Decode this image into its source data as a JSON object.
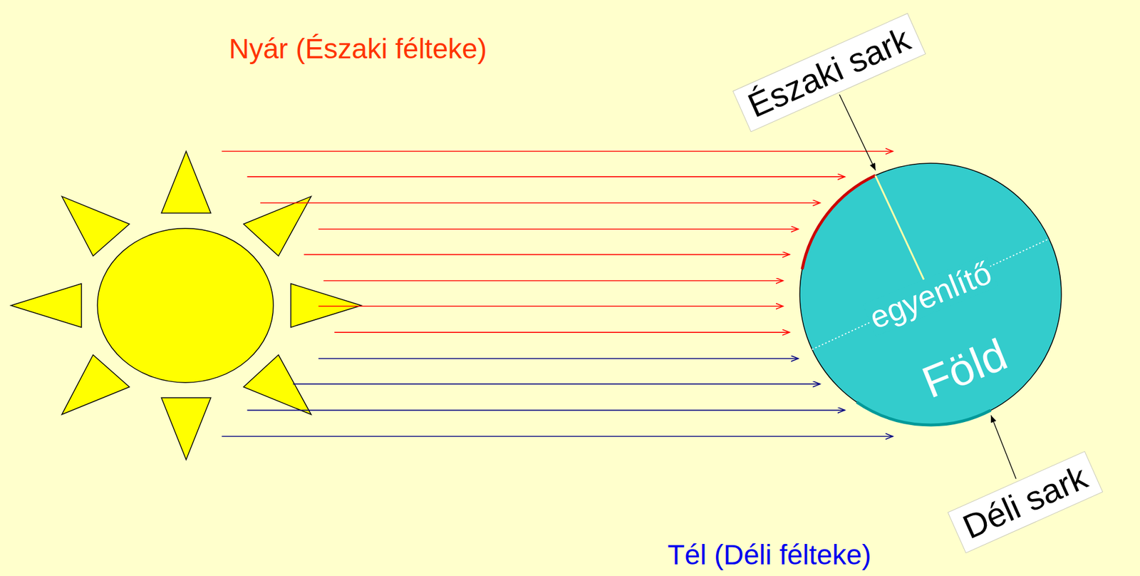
{
  "diagram": {
    "nodes": [
      {
        "text": [
          "Északi sark"
        ]
      },
      {
        "text": [
          "egyenlítő",
          "Föld"
        ]
      },
      {
        "text": [
          "Déli sark"
        ]
      }
    ],
    "edges": [
      {
        "from": 0,
        "to": 1,
        "arrow": "to"
      },
      {
        "from": 2,
        "to": 1,
        "arrow": "to"
      }
    ],
    "labels": [
      "Nyár (Északi félteke)",
      "Tél (Déli félteke)"
    ]
  }
}
